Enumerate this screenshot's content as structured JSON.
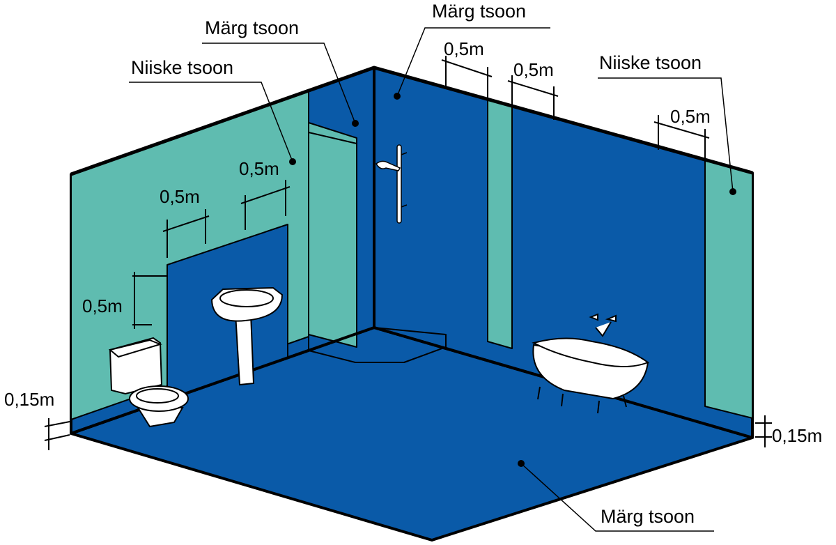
{
  "colors": {
    "wet_zone": "#0a5aa8",
    "humid_zone": "#5fbcb0",
    "outline": "#000000",
    "fixture": "#ffffff"
  },
  "labels": {
    "wet_zone_back_left": "Märg tsoon",
    "humid_zone_left": "Niiske tsoon",
    "wet_zone_back_right": "Märg tsoon",
    "humid_zone_right": "Niiske tsoon",
    "wet_zone_floor": "Märg tsoon"
  },
  "dimensions": {
    "top_right_1": "0,5m",
    "top_right_2": "0,5m",
    "right_wall": "0,5m",
    "left_upper_1": "0,5m",
    "left_upper_2": "0,5m",
    "left_vertical": "0,5m",
    "skirting_left": "0,15m",
    "skirting_right": "0,15m"
  }
}
